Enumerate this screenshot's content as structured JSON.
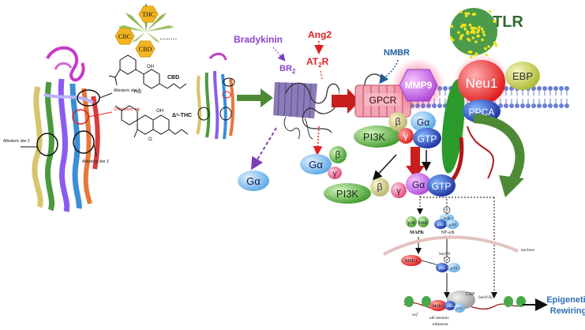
{
  "cannabinoid_panel": {
    "labels": {
      "thc_hex": "THC",
      "cbc_hex": "CBC",
      "cbd_hex": "CBD",
      "cbd_struct": "CBD",
      "delta9_thc_struct": "Δ⁹-THC",
      "allosteric_site_1": "Allosteric\nsite 1",
      "orthosteric_site": "Orthosteric\nsite",
      "allosteric_site_2": "Allosteric\nsite 2",
      "allosteric_site_3": "Allosteric\nsite 3",
      "ellipsis": "........",
      "oh_1": "OH",
      "ho_1": "HO",
      "oh_2": "OH",
      "o_1": "O"
    }
  },
  "receptors": {
    "bradykinin": "Bradykinin",
    "br2": "BR",
    "br2_sub": "2",
    "ang2": "Ang2",
    "at2r": "AT",
    "at2r_sub": "2",
    "at2r_suffix": "R",
    "nmbr": "NMBR",
    "tlr": "TLR",
    "gpcr": "GPCR",
    "mmp9": "MMP9",
    "neu1": "Neu1",
    "ebp": "EBP",
    "ppca": "PPCA"
  },
  "g_proteins": {
    "g_alpha": "Gα",
    "beta": "β",
    "gamma": "γ",
    "pi3k": "PI3K",
    "gtp": "GTP"
  },
  "nfkb_pathway": {
    "p38": "p38",
    "erk": "ERK",
    "mapk": "MAPK",
    "p_mark": "P",
    "ikb": "IκB",
    "p65": "p65",
    "p50": "p50",
    "nfkb": "NF-κB",
    "msk1": "MSK1",
    "ser276": "Ser276",
    "nucleus": "nucleus",
    "cbp": "CBP",
    "ser10_h3": "Ser10 H3",
    "kb_intronic": "κB intronic",
    "enhancer": "enhancer",
    "ncf": "ncf"
  },
  "outcome": {
    "label_line1": "Epigenetic",
    "label_line2": "Rewiring"
  }
}
